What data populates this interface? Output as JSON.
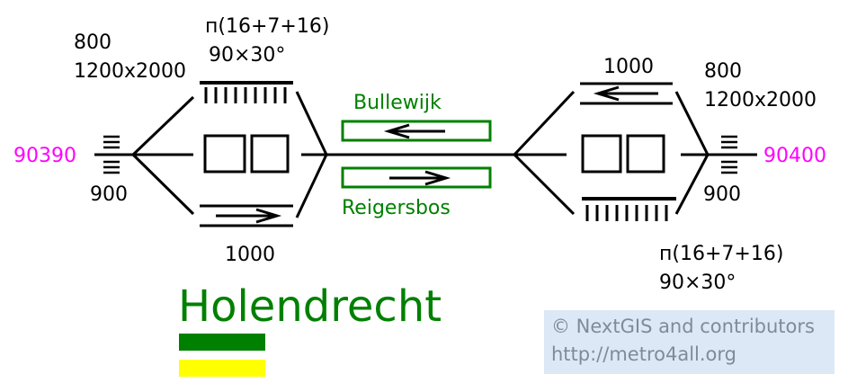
{
  "station": {
    "name": "Holendrecht",
    "line_colors": [
      "#008000",
      "#ffff00"
    ]
  },
  "left": {
    "exit_code": "90390",
    "upper_text_1": "800",
    "upper_text_2": "1200x2000",
    "lower_text": "900",
    "stairs_text_1": "п(16+7+16)",
    "stairs_text_2": "90×30°",
    "escalator_text": "1000"
  },
  "right": {
    "exit_code": "90400",
    "upper_text_1": "800",
    "upper_text_2": "1200x2000",
    "lower_text": "900",
    "stairs_text_1": "п(16+7+16)",
    "stairs_text_2": "90×30°",
    "escalator_text": "1000"
  },
  "platform": {
    "top_direction": "Bullewijk",
    "bottom_direction": "Reigersbos"
  },
  "credit": {
    "line1": "© NextGIS and contributors",
    "line2": "http://metro4all.org"
  }
}
